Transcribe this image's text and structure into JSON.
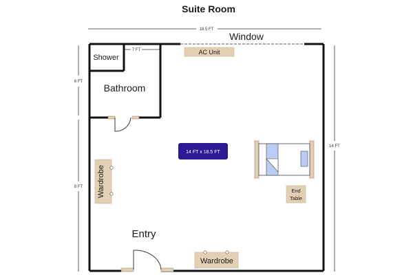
{
  "title": "Suite Room",
  "dimensions": {
    "top_width": "18.5 FT",
    "left_upper": "6 FT",
    "left_lower": "8 FT",
    "right_height": "14 FT",
    "bathroom_width": "7 FT"
  },
  "labels": {
    "window": "Window",
    "ac_unit": "AC Unit",
    "shower": "Shower",
    "bathroom": "Bathroom",
    "room_size": "14 FT x 18.5 FT",
    "wardrobe_left": "Wardrobe",
    "wardrobe_bottom": "Wardrobe",
    "end_table_line1": "End",
    "end_table_line2": "Table",
    "entry": "Entry"
  },
  "colors": {
    "wall": "#111111",
    "furniture": "#e3cfb4",
    "furniture_stroke": "#8c7b66",
    "badge": "#2b1a94",
    "mattress": "#b9ccf5",
    "pillow": "#b9ccf5"
  }
}
